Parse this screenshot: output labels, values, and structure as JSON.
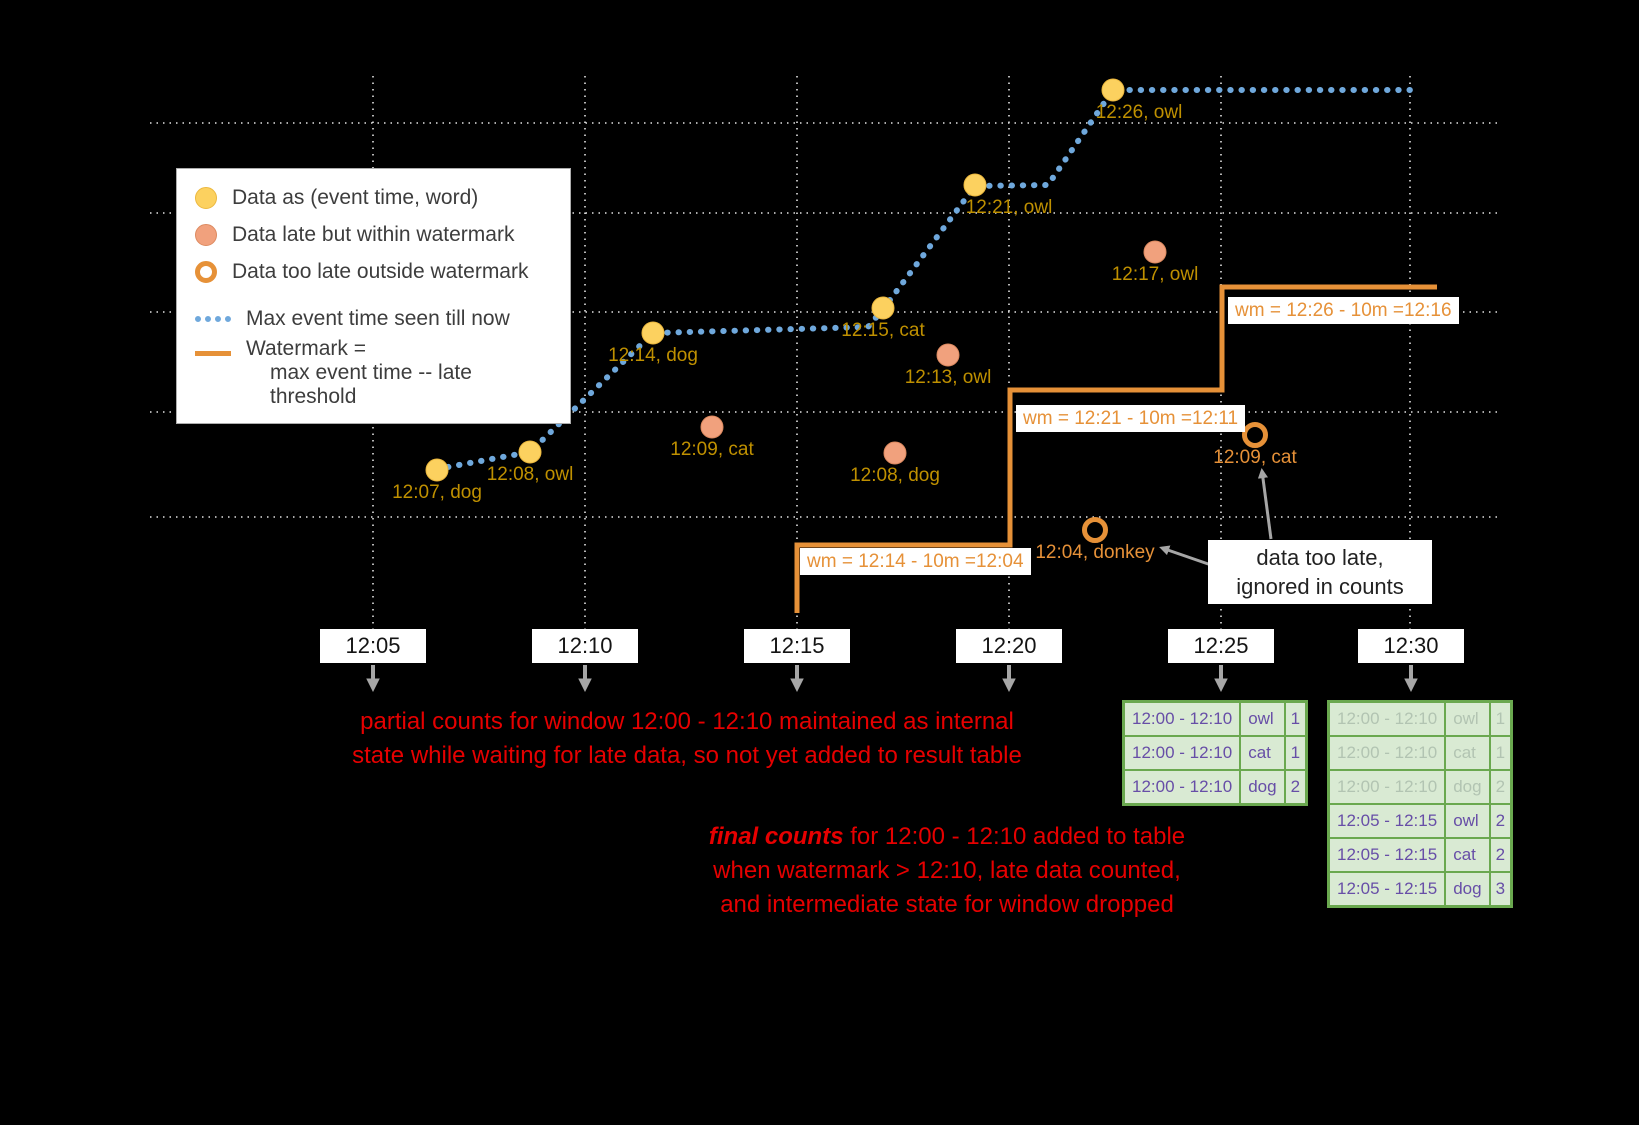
{
  "legend": {
    "items": [
      {
        "label": "Data as (event time, word)"
      },
      {
        "label": "Data late but within watermark"
      },
      {
        "label": "Data too late outside watermark"
      },
      {
        "label": "Max event time seen till now"
      },
      {
        "label": "Watermark =",
        "label2": "max event time -- late threshold"
      }
    ]
  },
  "points": {
    "on_time": [
      {
        "label": "12:07, dog"
      },
      {
        "label": "12:08, owl"
      },
      {
        "label": "12:14, dog"
      },
      {
        "label": "12:15, cat"
      },
      {
        "label": "12:21, owl"
      },
      {
        "label": "12:26, owl"
      }
    ],
    "late": [
      {
        "label": "12:09, cat"
      },
      {
        "label": "12:08, dog"
      },
      {
        "label": "12:13, owl"
      },
      {
        "label": "12:17, owl"
      }
    ],
    "too_late": [
      {
        "label": "12:04, donkey"
      },
      {
        "label": "12:09, cat"
      }
    ]
  },
  "watermarks": [
    {
      "label": "wm = 12:14 - 10m =12:04"
    },
    {
      "label": "wm = 12:21 - 10m =12:11"
    },
    {
      "label": "wm = 12:26 - 10m =12:16"
    }
  ],
  "time_axis": {
    "ticks": [
      "12:05",
      "12:10",
      "12:15",
      "12:20",
      "12:25",
      "12:30"
    ]
  },
  "annotations": {
    "partial_line1": "partial counts for window 12:00 - 12:10 maintained as internal",
    "partial_line2": "state while waiting for late data, so not yet added  to result table",
    "final_bold": "final counts",
    "final_rest": " for 12:00 - 12:10 added to table",
    "final_line2": "when watermark > 12:10, late data counted,",
    "final_line3": "and intermediate state for window dropped",
    "too_late_line1": "data too late,",
    "too_late_line2": "ignored in counts"
  },
  "result_tables": {
    "at_12_25": {
      "rows": [
        {
          "window": "12:00 - 12:10",
          "word": "owl",
          "count": "1"
        },
        {
          "window": "12:00 - 12:10",
          "word": "cat",
          "count": "1"
        },
        {
          "window": "12:00 - 12:10",
          "word": "dog",
          "count": "2"
        }
      ]
    },
    "at_12_30": {
      "rows": [
        {
          "window": "12:00 - 12:10",
          "word": "owl",
          "count": "1",
          "faded": true
        },
        {
          "window": "12:00 - 12:10",
          "word": "cat",
          "count": "1",
          "faded": true
        },
        {
          "window": "12:00 - 12:10",
          "word": "dog",
          "count": "2",
          "faded": true
        },
        {
          "window": "12:05 - 12:15",
          "word": "owl",
          "count": "2"
        },
        {
          "window": "12:05 - 12:15",
          "word": "cat",
          "count": "2"
        },
        {
          "window": "12:05 - 12:15",
          "word": "dog",
          "count": "3"
        }
      ]
    }
  },
  "colors": {
    "on_time_dot": "#fcd15f",
    "late_dot": "#f1a17d",
    "too_late_ring": "#e69138",
    "max_event_line": "#6fa8dc",
    "watermark_line": "#e69138",
    "annotation_red": "#e60000",
    "table_border": "#6aa84f",
    "table_bg": "#d9ead3",
    "table_text": "#674ea7",
    "point_label_gold": "#bf9000"
  }
}
